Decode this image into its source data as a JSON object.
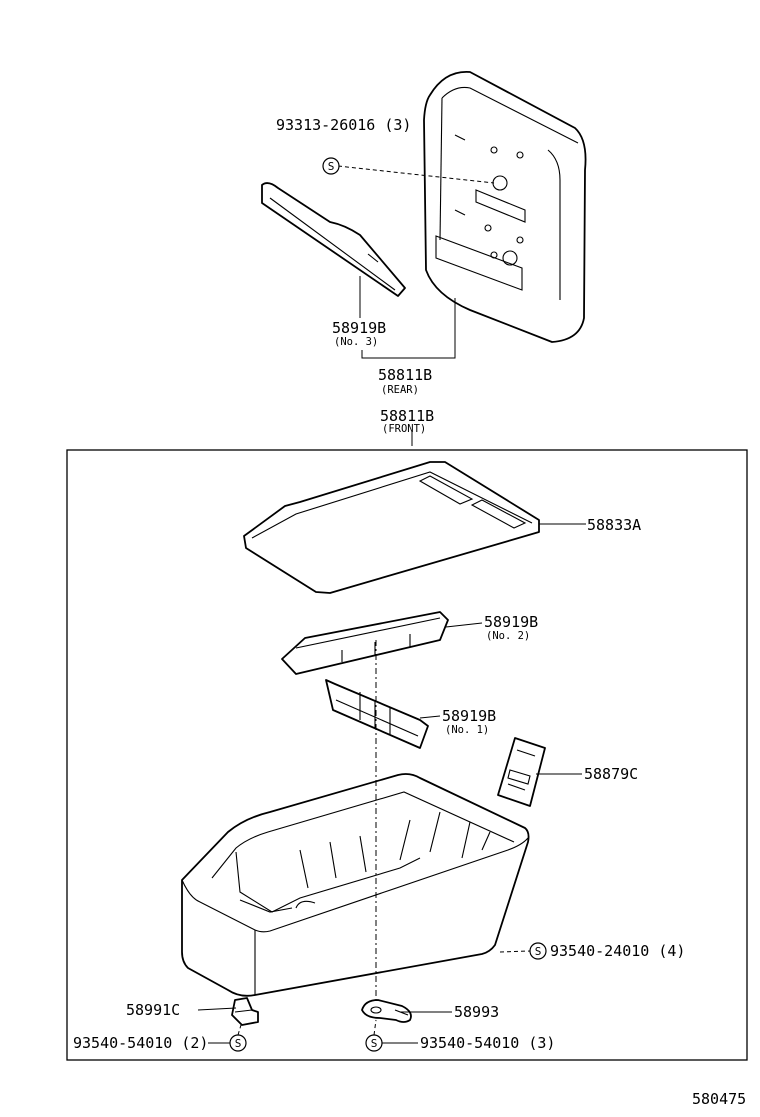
{
  "diagram_id": "580475",
  "callouts": {
    "bolt_top": "93313-26016 (3)",
    "p58919b_no3": "58919B",
    "p58919b_no3_sub": "(No. 3)",
    "p58811b_rear": "58811B",
    "p58811b_rear_sub": "(REAR)",
    "p58811b_front": "58811B",
    "p58811b_front_sub": "(FRONT)",
    "p58833a": "58833A",
    "p58919b_no2": "58919B",
    "p58919b_no2_sub": "(No. 2)",
    "p58919b_no1": "58919B",
    "p58919b_no1_sub": "(No. 1)",
    "p58879c": "58879C",
    "screw_right": "93540-24010 (4)",
    "p58991c": "58991C",
    "p58993": "58993",
    "screw_left": "93540-54010 (2)",
    "screw_center": "93540-54010 (3)"
  },
  "symbols": {
    "screw_mark": "S"
  }
}
